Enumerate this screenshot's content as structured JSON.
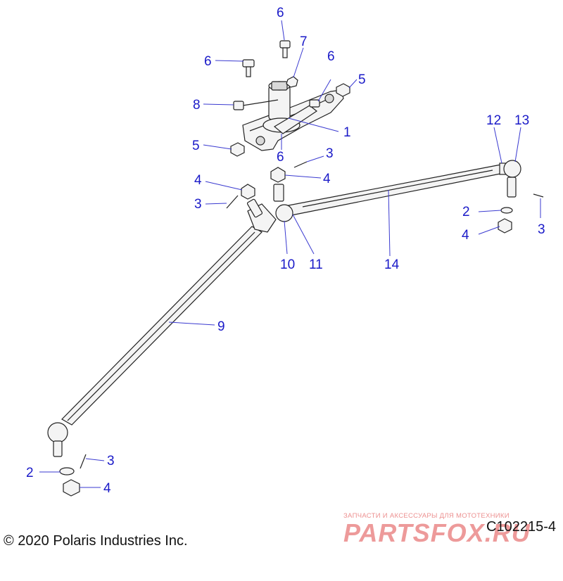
{
  "diagram": {
    "diagram_id": "C102215-4",
    "copyright": "© 2020 Polaris Industries Inc.",
    "callouts": {
      "c1": "1",
      "c2a": "2",
      "c2b": "2",
      "c3a": "3",
      "c3b": "3",
      "c3c": "3",
      "c3d": "3",
      "c4a": "4",
      "c4b": "4",
      "c4c": "4",
      "c4d": "4",
      "c5a": "5",
      "c5b": "5",
      "c6a": "6",
      "c6b": "6",
      "c6c": "6",
      "c6d": "6",
      "c7": "7",
      "c8": "8",
      "c9": "9",
      "c10": "10",
      "c11": "11",
      "c12": "12",
      "c13": "13",
      "c14": "14"
    }
  },
  "watermark": {
    "tagline": "ЗАПЧАСТИ И АКСЕССУАРЫ ДЛЯ МОТОТЕХНИКИ",
    "logo": "PARTSFOX.RU"
  },
  "colors": {
    "callout": "#1a1ac8",
    "line": "#222222",
    "watermark": "#e04848"
  }
}
